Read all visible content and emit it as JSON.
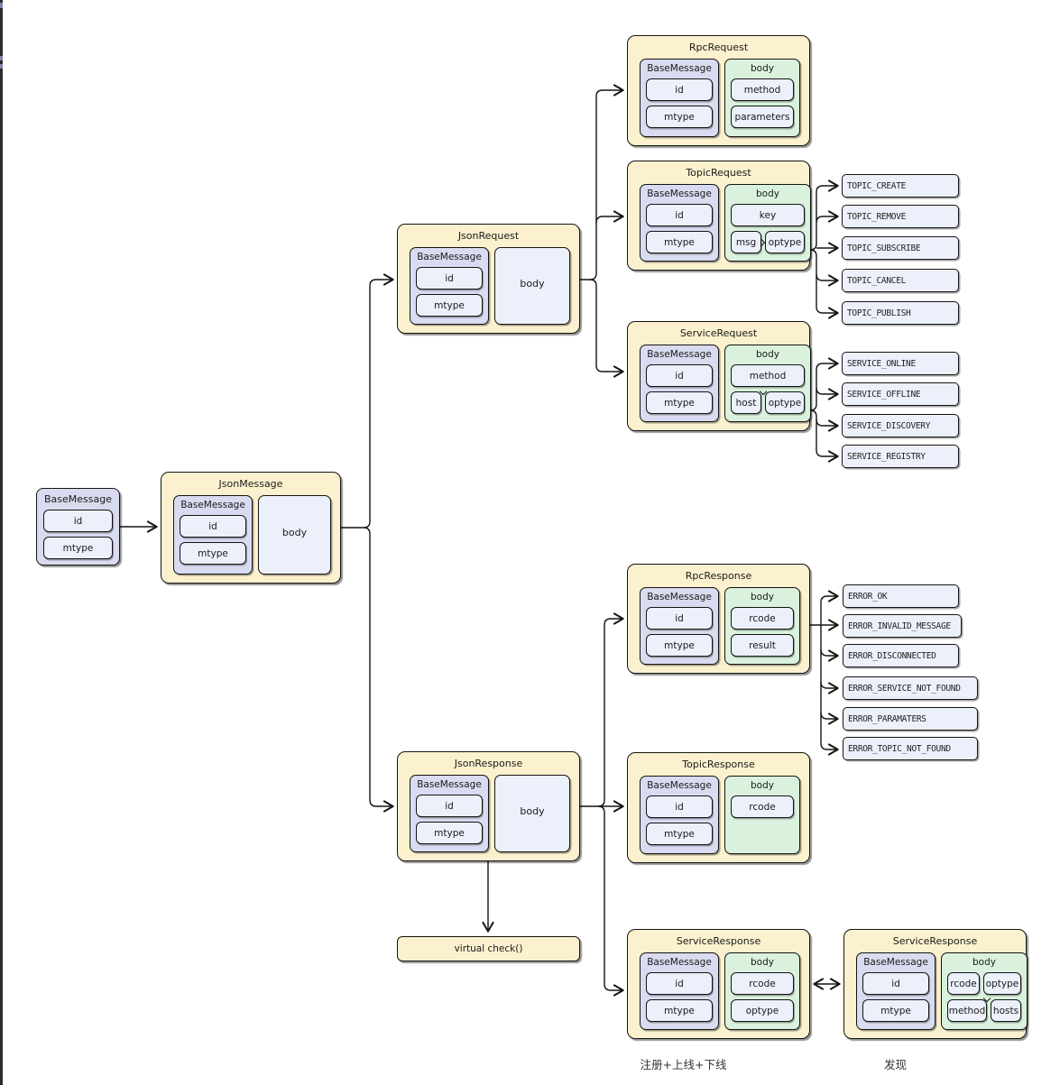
{
  "colors": {
    "card_yellow": "#FBF1CE",
    "panel_lavender": "#D9DCF0",
    "panel_green": "#DAF2DD",
    "field_light": "#ECF0FA",
    "line": "#141414",
    "edge_strip": "#2b2b30"
  },
  "cards": {
    "base_root": {
      "title": "BaseMessage",
      "fields": [
        "id",
        "mtype"
      ]
    },
    "json_message": {
      "title": "JsonMessage",
      "base_title": "BaseMessage",
      "base_fields": [
        "id",
        "mtype"
      ],
      "body_label": "body"
    },
    "json_request": {
      "title": "JsonRequest",
      "base_title": "BaseMessage",
      "base_fields": [
        "id",
        "mtype"
      ],
      "body_label": "body"
    },
    "json_response": {
      "title": "JsonResponse",
      "base_title": "BaseMessage",
      "base_fields": [
        "id",
        "mtype"
      ],
      "body_label": "body"
    },
    "rpc_request": {
      "title": "RpcRequest",
      "base_title": "BaseMessage",
      "base_fields": [
        "id",
        "mtype"
      ],
      "body_title": "body",
      "body_fields": [
        "method",
        "parameters"
      ]
    },
    "topic_request": {
      "title": "TopicRequest",
      "base_title": "BaseMessage",
      "base_fields": [
        "id",
        "mtype"
      ],
      "body_title": "body",
      "body_full": "key",
      "body_row": [
        "msg",
        "optype"
      ]
    },
    "service_request": {
      "title": "ServiceRequest",
      "base_title": "BaseMessage",
      "base_fields": [
        "id",
        "mtype"
      ],
      "body_title": "body",
      "body_full": "method",
      "body_row": [
        "host",
        "optype"
      ]
    },
    "rpc_response": {
      "title": "RpcResponse",
      "base_title": "BaseMessage",
      "base_fields": [
        "id",
        "mtype"
      ],
      "body_title": "body",
      "body_fields": [
        "rcode",
        "result"
      ]
    },
    "topic_response": {
      "title": "TopicResponse",
      "base_title": "BaseMessage",
      "base_fields": [
        "id",
        "mtype"
      ],
      "body_title": "body",
      "body_fields": [
        "rcode"
      ]
    },
    "service_response": {
      "title": "ServiceResponse",
      "base_title": "BaseMessage",
      "base_fields": [
        "id",
        "mtype"
      ],
      "body_title": "body",
      "body_fields": [
        "rcode",
        "optype"
      ]
    },
    "service_response_detail": {
      "title": "ServiceResponse",
      "base_title": "BaseMessage",
      "base_fields": [
        "id",
        "mtype"
      ],
      "body_title": "body",
      "body_grid": [
        "rcode",
        "optype",
        "method",
        "hosts"
      ]
    },
    "virtual_check": {
      "label": "virtual check()"
    }
  },
  "enums": {
    "topic": [
      "TOPIC_CREATE",
      "TOPIC_REMOVE",
      "TOPIC_SUBSCRIBE",
      "TOPIC_CANCEL",
      "TOPIC_PUBLISH"
    ],
    "service": [
      "SERVICE_ONLINE",
      "SERVICE_OFFLINE",
      "SERVICE_DISCOVERY",
      "SERVICE_REGISTRY"
    ],
    "error": [
      "ERROR_OK",
      "ERROR_INVALID_MESSAGE",
      "ERROR_DISCONNECTED",
      "ERROR_SERVICE_NOT_FOUND",
      "ERROR_PARAMATERS",
      "ERROR_TOPIC_NOT_FOUND"
    ]
  },
  "labels": {
    "registry_note": "注册+上线+下线",
    "discovery_note": "发现"
  }
}
